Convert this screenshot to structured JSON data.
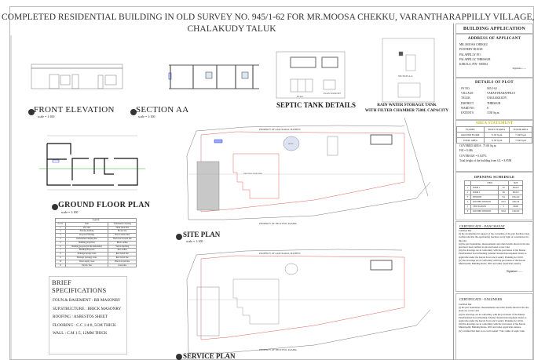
{
  "title": {
    "line1": "COMPLETED RESIDENTIAL  BUILDING  IN  OLD SURVEY NO. 945/1-62  FOR MR.MOOSA CHEKKU, VARANTHARAPPILLY VILLAGE,",
    "line2": "CHALAKUDY TALUK"
  },
  "drawings": {
    "front_elevation": {
      "label": "FRONT ELEVATION",
      "scale": "scale = 1:100"
    },
    "section_aa": {
      "label": "SECTION AA",
      "scale": "scale = 1:100"
    },
    "ground_floor_plan": {
      "label": "GROUND  FLOOR  PLAN",
      "scale": "scale = 1:100"
    },
    "septic_tank": {
      "label": "SEPTIC TANK DETAILS",
      "plan": "PLAN",
      "soak_pit": "PLAN SOAK PIT"
    },
    "rain_water": {
      "line1": "RAIN WATER STORAGE TANK",
      "line2": "WITH FILTER CHAMBER 7500L CAPACITY",
      "section": "SECTION A-A"
    },
    "site_plan": {
      "label": "SITE PLAN",
      "scale": "scale = 1:100",
      "north": "PROPERTY OF AARUKARAL MATHEW",
      "south": "PROPERTY OF THOTTIYIL RAMBA",
      "well": "WELL",
      "existing": "EXISTING BUILDING"
    },
    "service_plan": {
      "label": "SERVICE PLAN",
      "north": "PROPERTY OF AARUKARAL MATHEW",
      "south": "PROPERTY OF THOTTIYIL RAMBA"
    }
  },
  "legend": {
    "title": "Legends",
    "headers": [
      "Sl. No",
      "Item",
      "Trademark/Colouring"
    ],
    "rows": [
      [
        "1",
        "Plot line",
        "Thick black line"
      ],
      [
        "2",
        "Existing building",
        "Brown line"
      ],
      [
        "3",
        "Proposed building",
        "Brown dotted line"
      ],
      [
        "4",
        "Demolished building line",
        "Thick black dotted line"
      ],
      [
        "5",
        "Building projection",
        "Black outline"
      ],
      [
        "6",
        "Building projected in the demolished",
        "Yellow hatching"
      ],
      [
        "7",
        "Building/Proposed",
        "Red outline"
      ],
      [
        "8",
        "Drainage/sewage route",
        "Red dotted line"
      ],
      [
        "9",
        "Drainage (sewage) route",
        "Red dotted line"
      ],
      [
        "10",
        "Water supply route",
        "Blue dot dash line"
      ],
      [
        "11",
        "Electric line",
        "Green line"
      ]
    ]
  },
  "specifications": {
    "title": "BRIEF SPECIFICATIONS",
    "items": [
      "FOUN.& BASEMENT  :  RR MASONRY",
      "SUP.STRUCTURE :  BRICK MASONRY",
      "ROOFING  :  ASBESTOS SHEET",
      "FLOORING  :  C.C 1:4:8, 5CM THICK",
      "WALL  :  C.M 1:5, 12MM THICK"
    ]
  },
  "panel": {
    "heading": "BUILDING APPLICATION",
    "address": {
      "title": "ADDRESS  OF  APPLICANT",
      "lines": [
        "MR. MOOSA CHEKKU",
        "POONERY HOUSE",
        "PALAPPILLY P.O",
        "PALAPPILLY, THRISSUR",
        "KERALA, PIN - 680304"
      ],
      "signature": "Signature........"
    },
    "plot": {
      "title": "DETAILS  OF  PLOT",
      "rows": [
        [
          "SY NO.",
          "945/1-62"
        ],
        [
          "VILLAGE",
          "VARANTHARAPPILLY"
        ],
        [
          "TALUK",
          "CHALAKKUDY"
        ],
        [
          "DISTRICT",
          "THRISSUR"
        ],
        [
          "WARD NO.",
          "8"
        ],
        [
          "EXTENTS",
          "1538 Sq.m"
        ]
      ]
    },
    "area": {
      "title": "AREA STATEMENT",
      "headers": [
        "FLOORS",
        "BUILT UP AREA",
        "FLOOR AREA"
      ],
      "rows": [
        [
          "GROUND FLOOR",
          "71.60 Sq.m",
          "71.60 Sq.m"
        ],
        [
          "TOTAL AREA",
          "71.60 Sq.m",
          "71.60 Sq.m"
        ]
      ],
      "covered": "COVERED AREA  :  71.60 Sq.m",
      "far": "FSI = 0.046",
      "coverage": "COVERAGE = 0.047%",
      "height": "Total height of the building from GL = 3.95M"
    },
    "openings": {
      "title": "OPENING SCHEDULE",
      "headers": [
        "",
        "ITEM",
        "",
        "SIZE"
      ],
      "rows": [
        [
          "1",
          "DOOR 1",
          "D1",
          "90x210"
        ],
        [
          "2",
          "DOOR 2",
          "D2",
          "80x210"
        ],
        [
          "3",
          "WINDOW",
          "W1",
          "100x140"
        ],
        [
          "4",
          "KITCHEN WINDOW",
          "KW1",
          "100x110"
        ],
        [
          "5",
          "VENTILATION",
          "V",
          "60x60"
        ],
        [
          "6",
          "KITCHEN WINDOW",
          "KW2",
          "120x100"
        ]
      ]
    },
    "cert_panchayat": {
      "title": "CERTIFICATE  -  PANCHAYAT",
      "text": [
        "Certified that",
        "(i) the document(s) in support of the ownership of the plot has/have been verified and that the applicant(s) has/have every right of construction in this plot.",
        "(ii) the plot boundaries, measurements and other details shown in the site plan have been verified at site and found correct and",
        "(iii) the drawings are in conformity with the provisions of the Master Plan/Detailed Town Planning Scheme/ Interim Development Order as applicable under the Kerala Town and Country Planning Act 2016.",
        "(iv) the drawings are in conformity with the provisions of the Kerala Municipality Building Rules, 2019 and other applicable statutes."
      ],
      "signature": "Signature........"
    },
    "cert_engineer": {
      "title": "CERTIFICATE  -  ENGINEER",
      "text": [
        "Certified that",
        "(i) the plot boundaries, measurements and other details shown in the site plans are correct and",
        "(ii) the drawings are in conformity with the provisions of the Master Plan/Detailed Town Planning Scheme/ Interim Development Order as applicable under the Kerala Town and Country Planning Act 2016.",
        "(iii) the drawings are in conformity with the provisions of the Kerala Municipality Building Rules, 2019 and other applicable statutes.",
        "(iv) certified that there is no well around 7.5m. radius of septic tank."
      ]
    }
  },
  "colors": {
    "plot_line": "#e06060",
    "electric": "#22aa22",
    "water": "#3344cc",
    "hatch": "#bbbbbb"
  }
}
